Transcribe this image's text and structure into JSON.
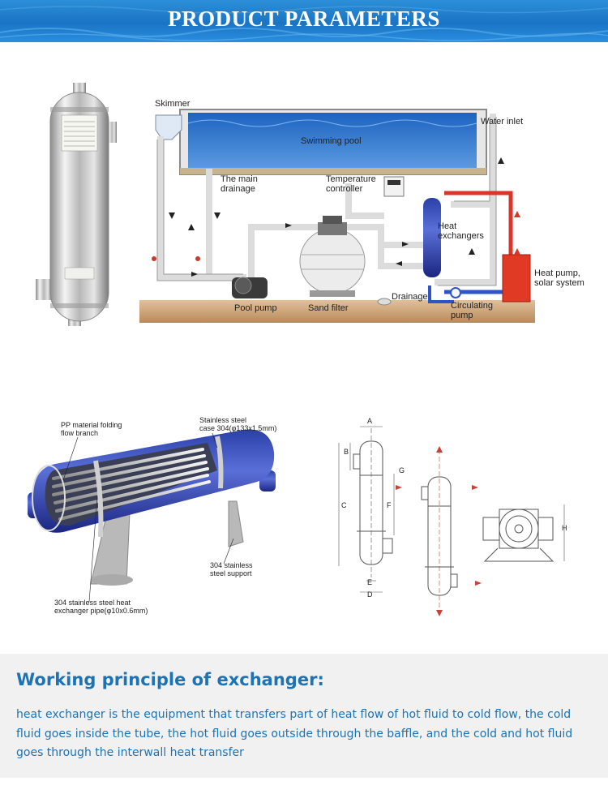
{
  "header": {
    "title": "PRODUCT PARAMETERS"
  },
  "pool_diagram": {
    "skimmer": "Skimmer",
    "water_inlet": "Water inlet",
    "swimming_pool": "Swimming pool",
    "main_drainage_line1": "The main",
    "main_drainage_line2": "drainage",
    "temp_controller_line1": "Temperature",
    "temp_controller_line2": "controller",
    "heat_exchangers_line1": "Heat",
    "heat_exchangers_line2": "exchangers",
    "heat_pump_line1": "Heat pump,",
    "heat_pump_line2": "solar system",
    "drainage": "Drainage",
    "pool_pump": "Pool pump",
    "sand_filter": "Sand filter",
    "circulating_pump_line1": "Circulating",
    "circulating_pump_line2": "pump"
  },
  "cutaway": {
    "pp_line1": "PP material folding",
    "pp_line2": "flow branch",
    "case_line1": "Stainless steel",
    "case_line2": "case 304(φ133x1.5mm)",
    "support_line1": "304 stainless",
    "support_line2": "steel support",
    "pipe_line1": "304 stainless steel heat",
    "pipe_line2": "exchanger pipe(φ10x0.6mm)"
  },
  "dimensions": {
    "a": "A",
    "b": "B",
    "c": "C",
    "d": "D",
    "e": "E",
    "f": "F",
    "g": "G",
    "h": "H"
  },
  "principle": {
    "title": "Working principle of exchanger:",
    "body": "heat exchanger is the equipment that transfers part of heat flow of hot fluid to cold flow, the cold fluid goes inside the tube, the hot fluid goes outside through the baffle, and the cold and hot fluid goes through the interwall heat transfer"
  },
  "colors": {
    "banner": "#1a74c4",
    "principle_text": "#1d73b4",
    "pool_water": "#3d7fd4",
    "heat_pump": "#e03a25",
    "hot_pipe": "#d9352b",
    "cold_pipe": "#2e54c8"
  }
}
